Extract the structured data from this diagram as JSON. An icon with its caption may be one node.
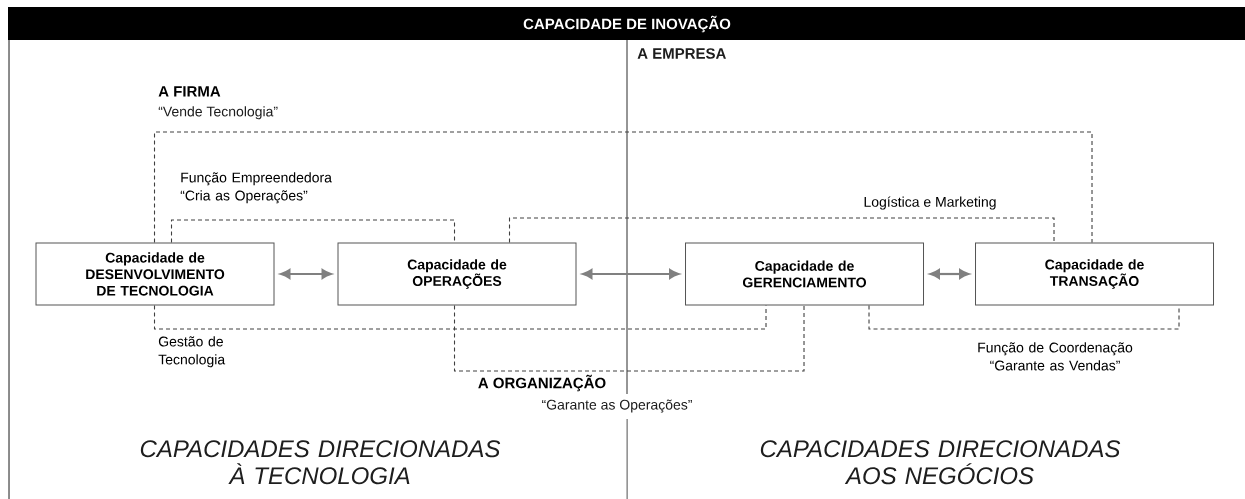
{
  "diagram": {
    "title": "CAPACIDADE DE INOVAÇÃO",
    "nodes": [
      {
        "text": [
          "Capacidade de DESENVOLVIMENTO DE TECNOLOGIA"
        ]
      },
      {
        "text": [
          "Capacidade de OPERAÇÕES"
        ]
      },
      {
        "text": [
          "Capacidade de GERENCIAMENTO"
        ]
      },
      {
        "text": [
          "Capacidade de TRANSAÇÃO"
        ]
      }
    ],
    "edges": [
      {
        "from": 0,
        "to": 1,
        "arrow": "both",
        "color": "#808080"
      },
      {
        "from": 1,
        "to": 2,
        "arrow": "both",
        "color": "#808080"
      },
      {
        "from": 2,
        "to": 3,
        "arrow": "both",
        "color": "#808080"
      },
      {
        "from": 0,
        "to": 3,
        "arrow": "none",
        "style": "dashed",
        "label": "A FIRMA"
      },
      {
        "from": 0,
        "to": 1,
        "arrow": "none",
        "style": "dashed",
        "label": "Função Empreendedora “Cria as Operações”"
      },
      {
        "from": 1,
        "to": 3,
        "arrow": "none",
        "style": "dashed",
        "label": "Logística e Marketing"
      },
      {
        "from": 0,
        "to": 2,
        "arrow": "none",
        "style": "dashed",
        "label": "Gestão de Tecnologia"
      },
      {
        "from": 1,
        "to": 2,
        "arrow": "none",
        "style": "dashed",
        "label": "A ORGANIZAÇÃO"
      },
      {
        "from": 2,
        "to": 3,
        "arrow": "none",
        "style": "dashed",
        "label": "Função de Coordenação “Garante as Vendas”"
      }
    ],
    "labels": [
      "A EMPRESA",
      "“Vende Tecnologia”",
      "“Garante as Operações”",
      "CAPACIDADES DIRECIONADAS À TECNOLOGIA",
      "CAPACIDADES DIRECIONADAS AOS NEGÓCIOS"
    ]
  }
}
